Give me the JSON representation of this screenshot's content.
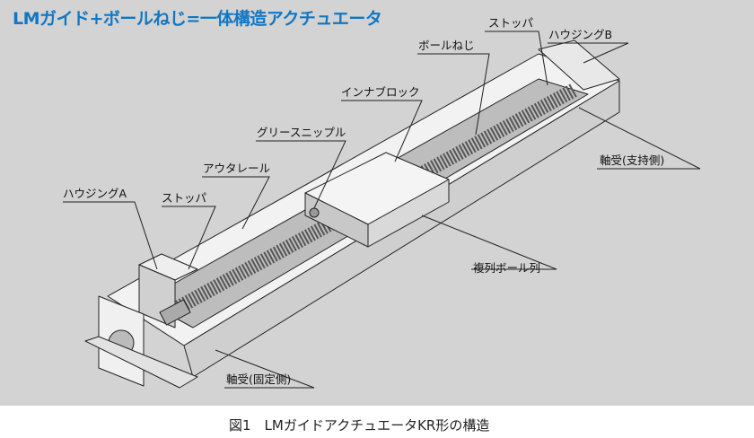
{
  "title": "LMガイド+ボールねじ=一体構造アクチュエータ",
  "labels": {
    "stopper_top": "ストッパ",
    "housing_b": "ハウジングB",
    "ball_screw": "ボールねじ",
    "inner_block": "インナブロック",
    "grease_nipple": "グリースニップル",
    "outer_rail": "アウタレール",
    "housing_a": "ハウジングA",
    "stopper_bottom": "ストッパ",
    "bearing_support": "軸受(支持側)",
    "double_ball_rows": "複列ボール列",
    "bearing_fixed": "軸受(固定側)"
  },
  "caption": "図1　LMガイドアクチュエータKR形の構造",
  "colors": {
    "title": "#1177c4",
    "background": "#d3d3d3"
  }
}
